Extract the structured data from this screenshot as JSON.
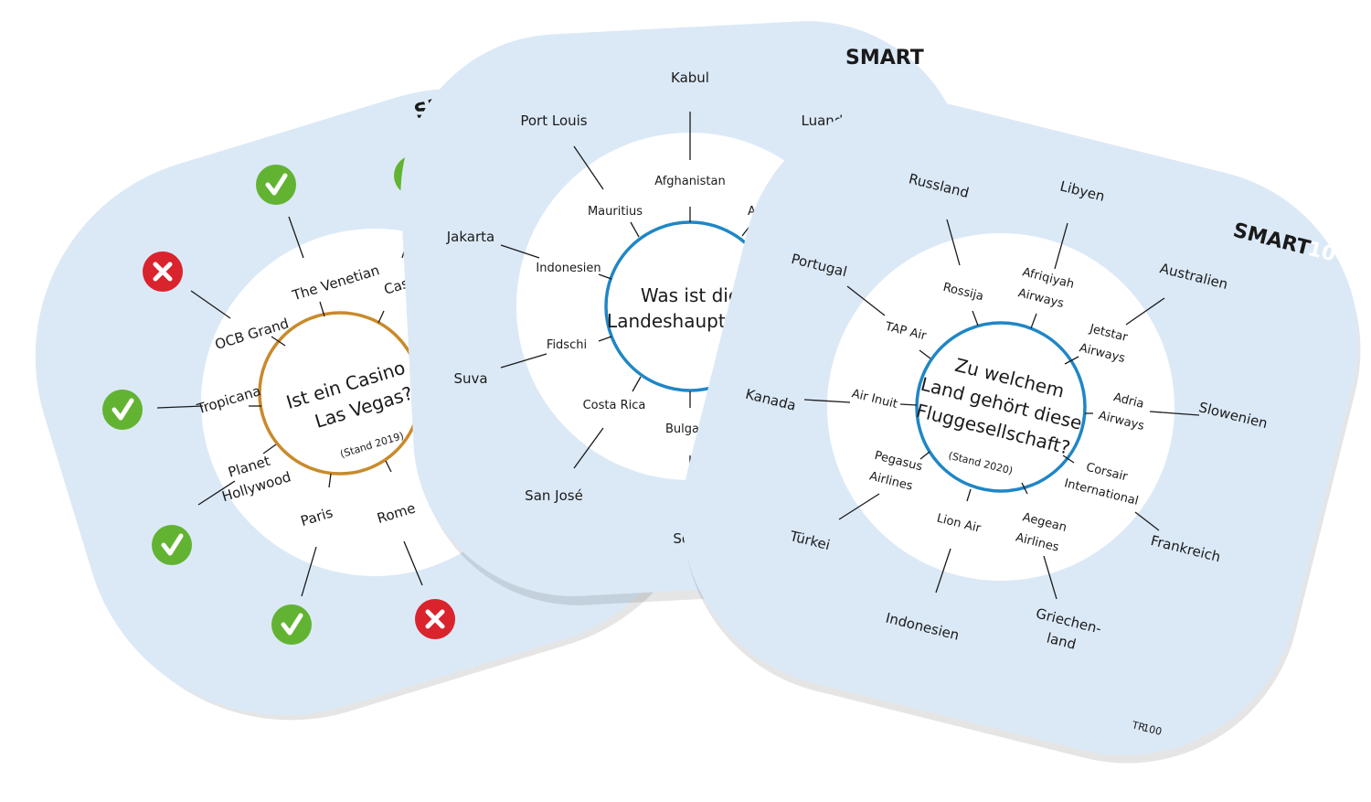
{
  "brand": {
    "logo_main": "SMART",
    "logo_num": "10"
  },
  "card_left": {
    "logo_partial": "SM",
    "question_line1": "Ist ein Casino in",
    "question_line2": "Las Vegas?",
    "note": "(Stand 2019)",
    "ring_color": "#c98a2a",
    "answers": {
      "the_venetian": "The Venetian",
      "casino_royale": "Casino Ro",
      "ocb_grand": "OCB Grand",
      "tropicana": "Tropicana",
      "planet_hollywood_1": "Planet",
      "planet_hollywood_2": "Hollywood",
      "paris": "Paris",
      "rome": "Rome"
    },
    "markers": {
      "correct_icon": "check-icon",
      "wrong_icon": "cross-icon"
    }
  },
  "card_middle": {
    "question_line1": "Was ist die",
    "question_line2": "Landeshauptst",
    "ring_color": "#1f86c5",
    "answers": {
      "afghanistan": "Afghanistan",
      "mauritius": "Mauritius",
      "angola": "Ango",
      "indonesien": "Indonesien",
      "fidschi": "Fidschi",
      "costa_rica": "Costa Rica",
      "bulgarien": "Bulga"
    },
    "solutions": {
      "kabul": "Kabul",
      "port_louis": "Port Louis",
      "luanda": "Luanda",
      "jakarta": "Jakarta",
      "suva": "Suva",
      "san_jose": "San José",
      "sofia": "Sofia"
    }
  },
  "card_right": {
    "question_line1": "Zu welchem",
    "question_line2": "Land gehört diese",
    "question_line3": "Fluggesellschaft?",
    "note": "(Stand 2020)",
    "code_prefix": "TR",
    "code_number": "100",
    "ring_color": "#1f86c5",
    "answers": {
      "rossija": "Rossija",
      "afriqiyah_1": "Afriqiyah",
      "afriqiyah_2": "Airways",
      "jetstar_1": "Jetstar",
      "jetstar_2": "Airways",
      "adria_1": "Adria",
      "adria_2": "Airways",
      "corsair_1": "Corsair",
      "corsair_2": "International",
      "aegean_1": "Aegean",
      "aegean_2": "Airlines",
      "lion_air": "Lion Air",
      "pegasus_1": "Pegasus",
      "pegasus_2": "Airlines",
      "air_inuit": "Air Inuit",
      "tap_air": "TAP Air"
    },
    "solutions": {
      "russland": "Russland",
      "libyen": "Libyen",
      "australien": "Australien",
      "slowenien": "Slowenien",
      "frankreich": "Frankreich",
      "griechenland_1": "Griechen-",
      "griechenland_2": "land",
      "indonesien": "Indonesien",
      "tuerkei": "Türkei",
      "kanada": "Kanada",
      "portugal": "Portugal"
    }
  }
}
